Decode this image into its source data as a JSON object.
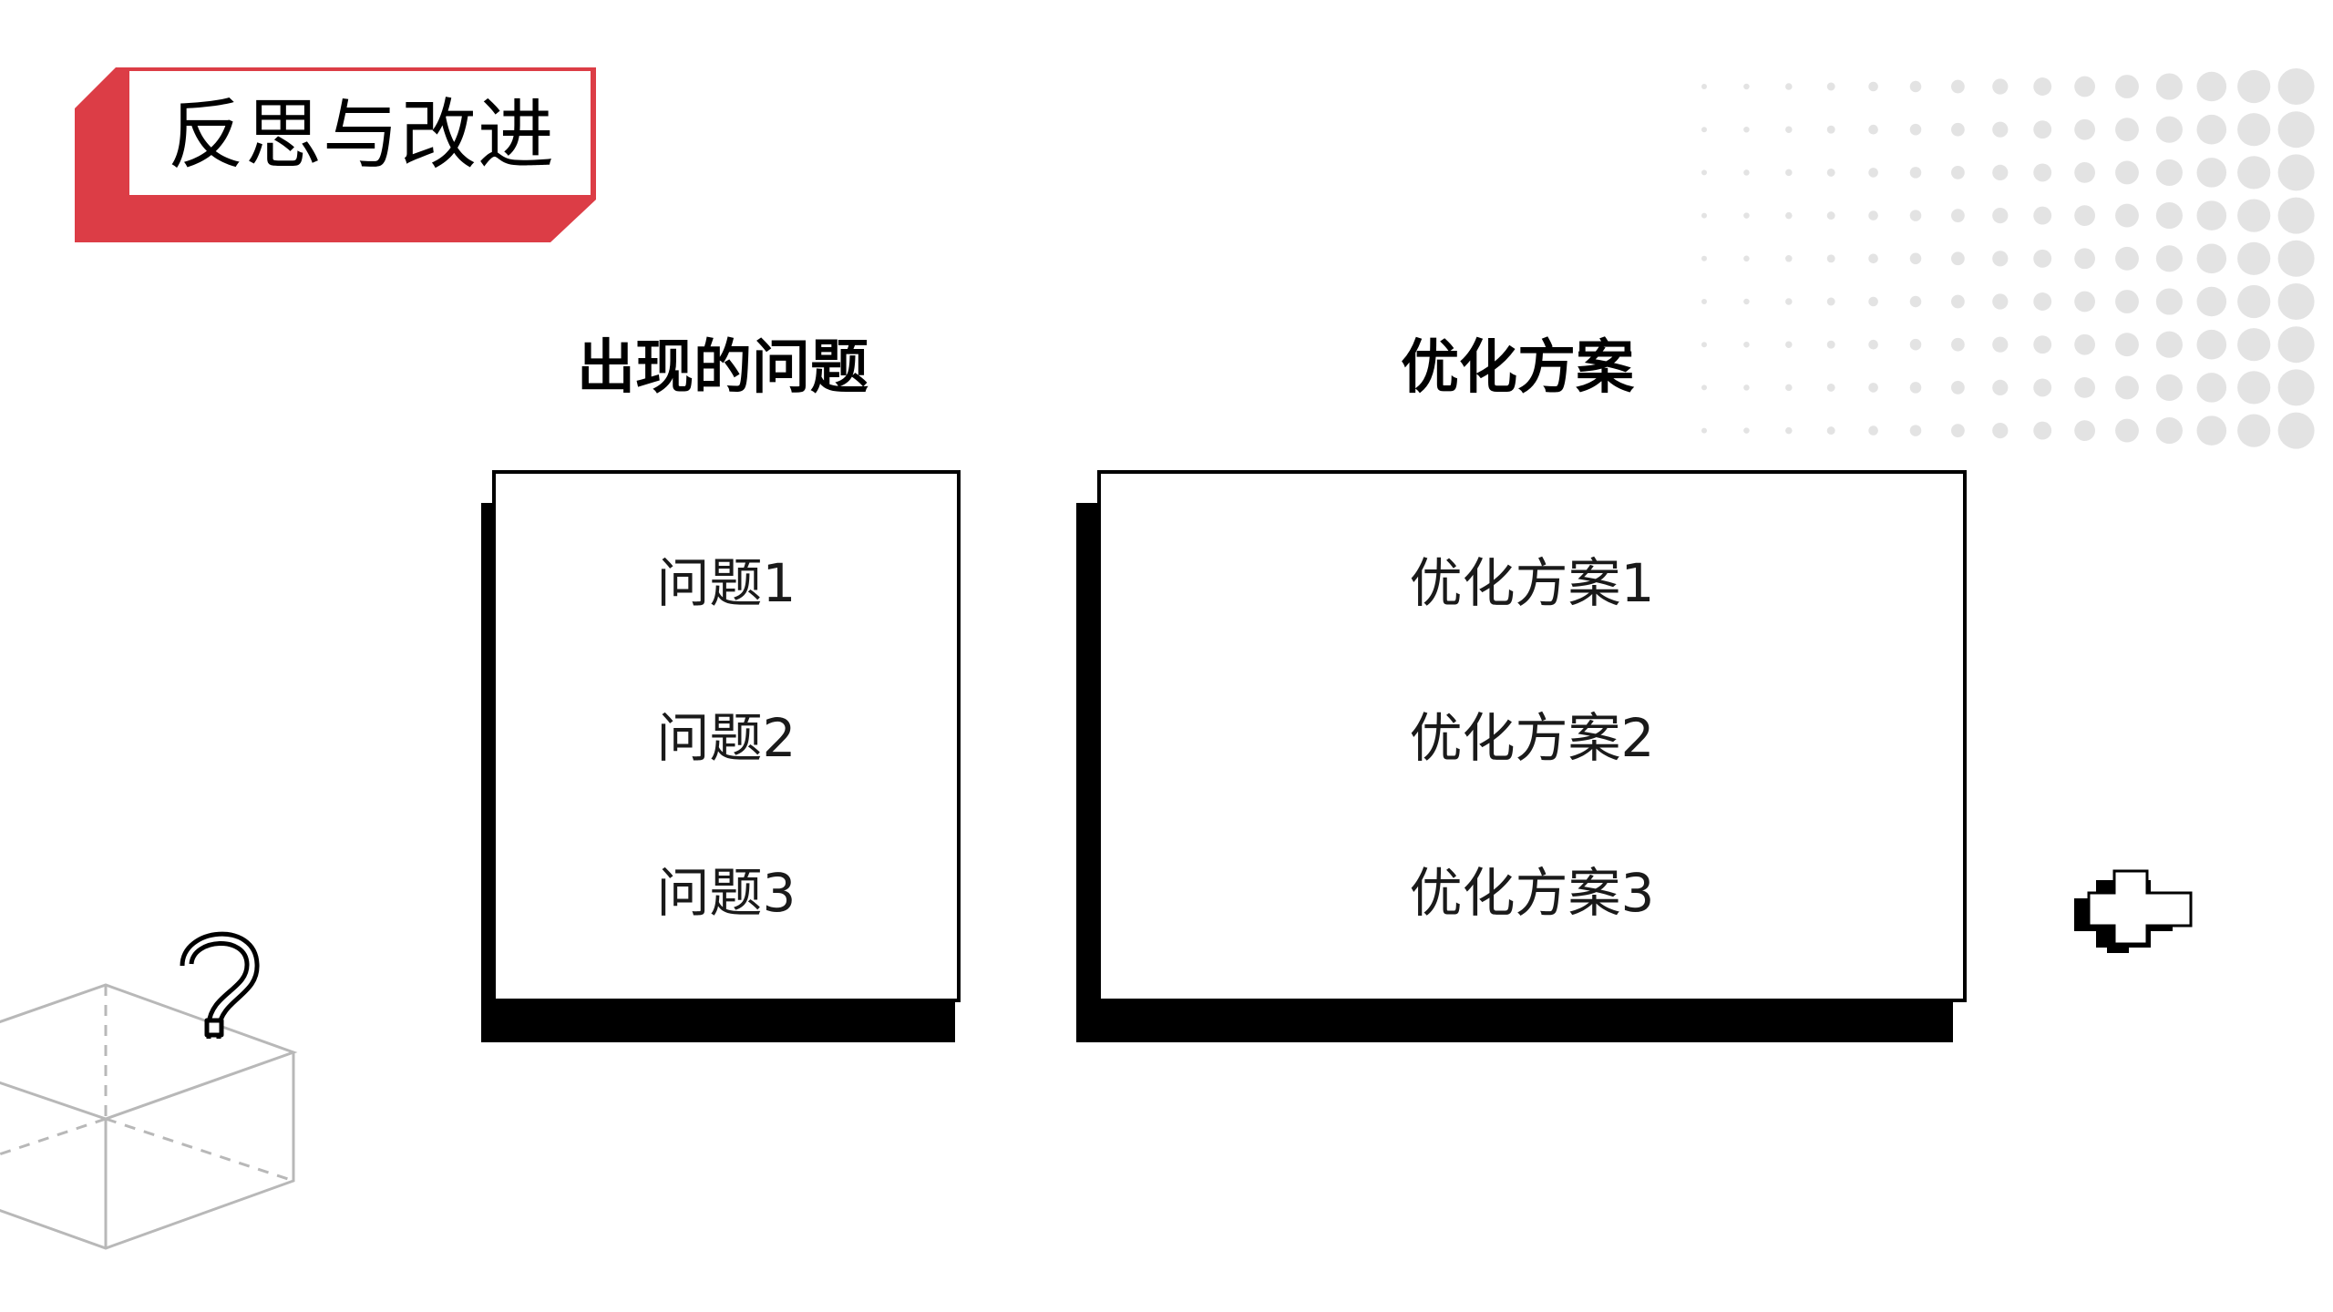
{
  "slide": {
    "title": "反思与改进",
    "accent_color": "#dc3d46"
  },
  "problems": {
    "heading": "出现的问题",
    "items": [
      "问题1",
      "问题2",
      "问题3"
    ]
  },
  "solutions": {
    "heading": "优化方案",
    "items": [
      "优化方案1",
      "优化方案2",
      "优化方案3"
    ]
  },
  "decorations": {
    "question_box_icon": "question-box-icon",
    "plus_icon": "pixel-plus-icon",
    "dot_pattern": "dot-pattern"
  }
}
